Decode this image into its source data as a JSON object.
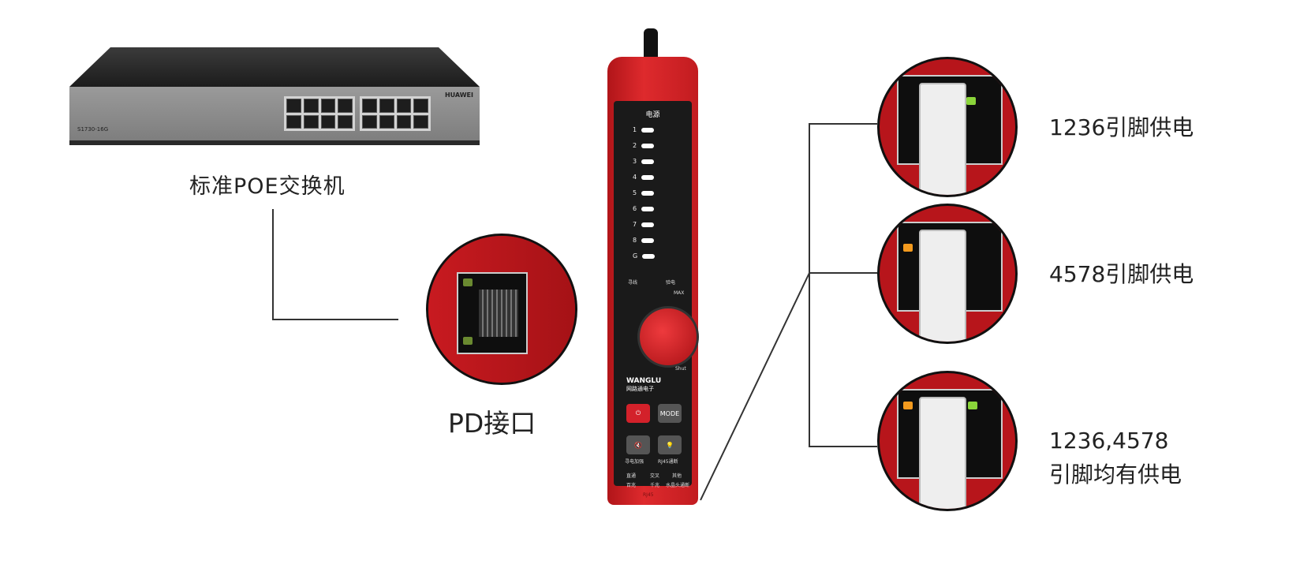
{
  "switch": {
    "caption": "标准POE交换机",
    "brand": "HUAWEI",
    "model": "S1730-16G"
  },
  "pd": {
    "caption": "PD接口"
  },
  "tester": {
    "power_label": "电源",
    "led_labels": [
      "1",
      "2",
      "3",
      "4",
      "5",
      "6",
      "7",
      "8",
      "G"
    ],
    "mode_left": "寻线",
    "mode_right": "验电",
    "max_label": "MAX",
    "shut_label": "Shut",
    "brand": "WANGLU",
    "brand_sub": "网路通电子",
    "mode_button": "MODE",
    "btn_labels": [
      "寻电加强",
      "RJ45通断"
    ],
    "func_row1": [
      "直通",
      "交叉",
      "其他"
    ],
    "func_row2": [
      "百兆",
      "千兆",
      "水晶头通断"
    ],
    "bottom": "RJ45"
  },
  "results": [
    {
      "text": "1236引脚供电"
    },
    {
      "text": "4578引脚供电"
    },
    {
      "line1": "1236,4578",
      "line2": "引脚均有供电"
    }
  ],
  "colors": {
    "tester_red": "#d3212a",
    "led_green": "#8ad43a",
    "led_orange": "#f39a1e"
  }
}
